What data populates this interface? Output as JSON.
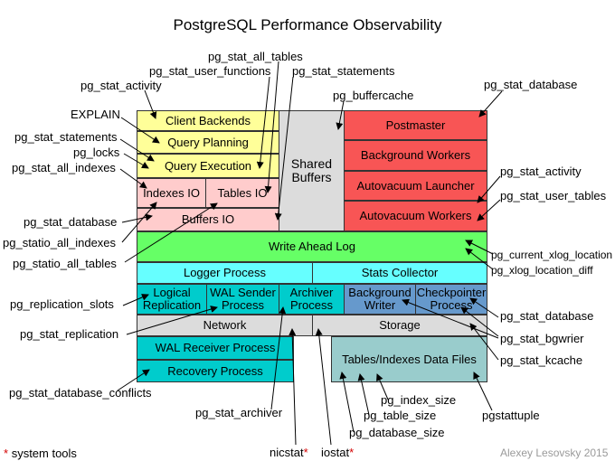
{
  "title": "PostgreSQL Performance Observability",
  "blocks": {
    "client_backends": "Client Backends",
    "query_planning": "Query Planning",
    "query_execution": "Query Execution",
    "indexes_io": "Indexes IO",
    "tables_io": "Tables IO",
    "buffers_io": "Buffers IO",
    "shared_buffers_1": "Shared",
    "shared_buffers_2": "Buffers",
    "postmaster": "Postmaster",
    "background_workers": "Background Workers",
    "autovacuum_launcher": "Autovacuum Launcher",
    "autovacuum_workers": "Autovacuum Workers",
    "write_ahead_log": "Write Ahead Log",
    "logger_process": "Logger Process",
    "stats_collector": "Stats Collector",
    "logical_replication_1": "Logical",
    "logical_replication_2": "Replication",
    "wal_sender_1": "WAL Sender",
    "wal_sender_2": "Process",
    "archiver_1": "Archiver",
    "archiver_2": "Process",
    "background_writer_1": "Background",
    "background_writer_2": "Writer",
    "checkpointer_1": "Checkpointer",
    "checkpointer_2": "Process",
    "network": "Network",
    "storage": "Storage",
    "wal_receiver": "WAL Receiver Process",
    "recovery_process": "Recovery Process",
    "data_files": "Tables/Indexes Data Files"
  },
  "labels": {
    "pg_stat_all_tables_top": "pg_stat_all_tables",
    "pg_stat_user_functions_top": "pg_stat_user_functions",
    "pg_stat_statements_top": "pg_stat_statements",
    "pg_stat_activity_left": "pg_stat_activity",
    "pg_buffercache": "pg_buffercache",
    "pg_stat_database_top": "pg_stat_database",
    "explain": "EXPLAIN",
    "pg_stat_statements_left": "pg_stat_statements",
    "pg_locks": "pg_locks",
    "pg_stat_all_indexes": "pg_stat_all_indexes",
    "pg_stat_database_left": "pg_stat_database",
    "pg_statio_all_indexes": "pg_statio_all_indexes",
    "pg_statio_all_tables": "pg_statio_all_tables",
    "pg_stat_activity_right": "pg_stat_activity",
    "pg_stat_user_tables": "pg_stat_user_tables",
    "pg_current_xlog_location": "pg_current_xlog_location",
    "pg_xlog_location_diff": "pg_xlog_location_diff",
    "pg_replication_slots": "pg_replication_slots",
    "pg_stat_replication": "pg_stat_replication",
    "pg_stat_database_right": "pg_stat_database",
    "pg_stat_bgwrier": "pg_stat_bgwrier",
    "pg_stat_kcache": "pg_stat_kcache",
    "pg_stat_database_conflicts": "pg_stat_database_conflicts",
    "pg_index_size": "pg_index_size",
    "pg_table_size": "pg_table_size",
    "pg_database_size": "pg_database_size",
    "pgstattuple": "pgstattuple",
    "pg_stat_archiver": "pg_stat_archiver",
    "nicstat": "nicstat",
    "iostat": "iostat",
    "asterisk": "*",
    "system_tools": "system tools"
  },
  "credit": "Alexey Lesovsky 2015"
}
